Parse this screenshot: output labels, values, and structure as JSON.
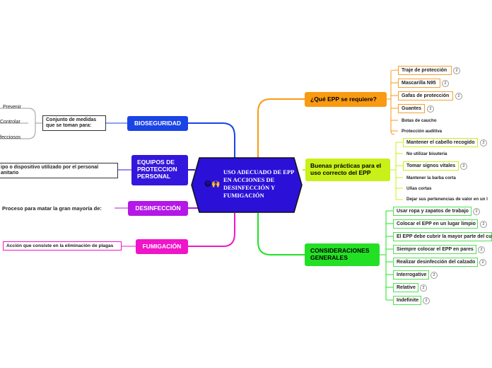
{
  "central": {
    "title": "USO ADECUADO DE EPP EN ACCIONES DE DESINFECCIÓN Y FUMIGACIÓN",
    "icon": "😷🙌"
  },
  "colors": {
    "central": "#2b10d8",
    "bioseguridad": "#1a44e6",
    "equipos": "#3417dc",
    "desinfeccion": "#b318e6",
    "fumigacion": "#f015c8",
    "epp": "#f99a12",
    "buenas": "#c8f019",
    "consideraciones": "#24e024"
  },
  "left": {
    "bioseguridad": {
      "label": "BIOSEGURIDAD",
      "detail": "Conjunto de medidas que se toman para:",
      "items": [
        "Prevenir",
        "Controlar",
        "fecciosos"
      ]
    },
    "equipos": {
      "label": "EQUIPOS DE PROTECCION PERSONAL",
      "detail": "ipo o dispositivo utilizado por el personal anitario"
    },
    "desinfeccion": {
      "label": "DESINFECCIÓN",
      "detail": "Proceso para matar la gran mayoría de:"
    },
    "fumigacion": {
      "label": "FUMIGACIÓN",
      "detail": "Acción que consiste en la eliminación de plagas"
    }
  },
  "right": {
    "epp": {
      "label": "¿Qué EPP se requiere?",
      "items": [
        {
          "text": "Traje de protección",
          "count": "2"
        },
        {
          "text": "Mascarilla N95",
          "count": "2"
        },
        {
          "text": "Gafas de protección",
          "count": "2"
        },
        {
          "text": "Guantes",
          "count": "2"
        },
        {
          "text": "Botas de caucho"
        },
        {
          "text": "Protección auditiva"
        }
      ]
    },
    "buenas": {
      "label": "Buenas prácticas para el uso correcto del EPP",
      "items": [
        {
          "text": "Mantener el cabello recogido",
          "count": "2"
        },
        {
          "text": "No utilizar bisutería"
        },
        {
          "text": "Tomar signos vitales",
          "count": "2"
        },
        {
          "text": "Mantener la barba corta"
        },
        {
          "text": "Uñas cortas"
        },
        {
          "text": "Dejar sus pertenencias de valor en un l"
        }
      ]
    },
    "consideraciones": {
      "label": "CONSIDERACIONES GENERALES",
      "items": [
        {
          "text": "Usar ropa y zapatos de trabajo",
          "count": "2"
        },
        {
          "text": "Colocar el EPP en un lugar limpio",
          "count": "2"
        },
        {
          "text": "El EPP debe cubrir la mayor parte del cu"
        },
        {
          "text": "Siempre colocar el EPP en pares",
          "count": "2"
        },
        {
          "text": "Realizar desinfección del calzado",
          "count": "2"
        },
        {
          "text": "Interrogative",
          "count": "2"
        },
        {
          "text": "Relative",
          "count": "2"
        },
        {
          "text": "Indefinite",
          "count": "2"
        }
      ]
    }
  }
}
